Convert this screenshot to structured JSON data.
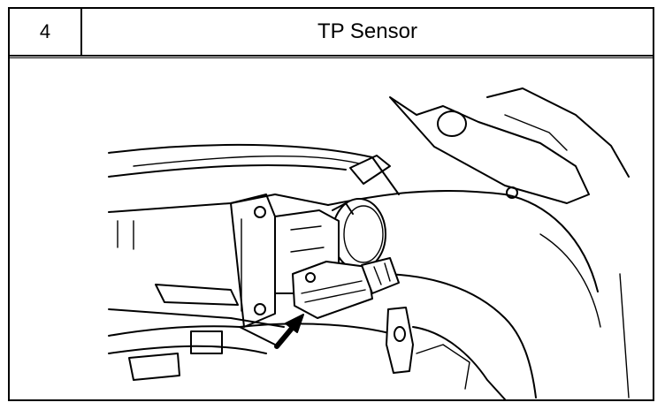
{
  "procedure": {
    "step_number": "4",
    "title": "TP Sensor"
  },
  "illustration": {
    "subject": "throttle-body-with-tp-sensor",
    "pointer": "arrow-icon"
  }
}
